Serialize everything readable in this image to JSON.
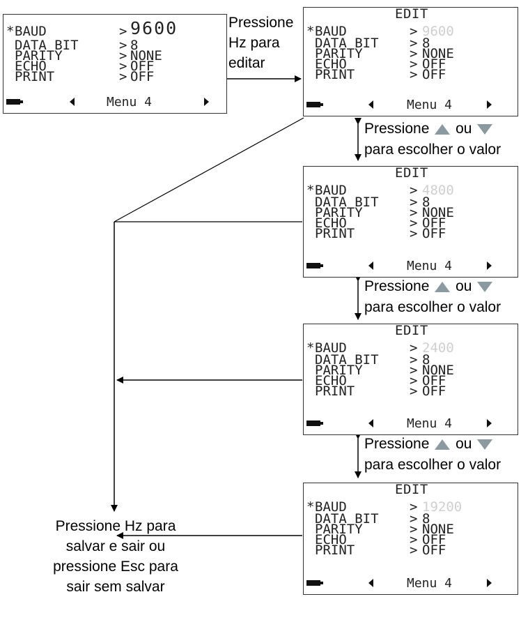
{
  "labels": [
    "BAUD",
    "DATA BIT",
    "PARITY",
    "ECHO",
    "PRINT"
  ],
  "edit_label": "EDIT",
  "menu_label": "Menu 4",
  "first_screen": {
    "values": [
      "9600",
      "8",
      "NONE",
      "OFF",
      "OFF"
    ]
  },
  "edit_screens": [
    {
      "values": [
        "9600",
        "8",
        "NONE",
        "OFF",
        "OFF"
      ]
    },
    {
      "values": [
        "4800",
        "8",
        "NONE",
        "OFF",
        "OFF"
      ]
    },
    {
      "values": [
        "2400",
        "8",
        "NONE",
        "OFF",
        "OFF"
      ]
    },
    {
      "values": [
        "19200",
        "8",
        "NONE",
        "OFF",
        "OFF"
      ]
    }
  ],
  "captions": {
    "press_hz_to_edit": [
      "Pressione",
      "Hz para",
      "editar"
    ],
    "press_to_choose_line1": "Pressione",
    "press_to_choose_or": "ou",
    "press_to_choose_line2": "para escolher o valor",
    "final": [
      "Pressione Hz para",
      "salvar e sair ou",
      "pressione Esc para",
      "sair sem salvar"
    ]
  },
  "icons": {
    "up": "up-arrow-icon",
    "down": "down-arrow-icon",
    "battery": "battery-icon",
    "left": "left-triangle-icon",
    "right": "right-triangle-icon"
  }
}
